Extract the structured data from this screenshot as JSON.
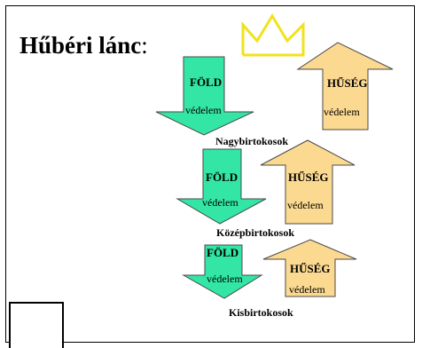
{
  "title": "Hűbéri lánc",
  "title_suffix": ":",
  "colors": {
    "down_arrow_fill": "#33e6a6",
    "up_arrow_fill": "#fcd990",
    "crown_stroke": "#f2e21c",
    "arrow_stroke": "#4a4a4a"
  },
  "icons": {
    "crown": "crown-icon"
  },
  "tiers": [
    {
      "down_top": "FÖLD",
      "down_bottom": "védelem",
      "up_top": "HŰSÉG",
      "up_bottom": "védelem",
      "label": "Nagybirtokosok"
    },
    {
      "down_top": "FÖLD",
      "down_bottom": "védelem",
      "up_top": "HŰSÉG",
      "up_bottom": "védelem",
      "label": "Középbirtokosok"
    },
    {
      "down_top": "FÖLD",
      "down_bottom": "védelem",
      "up_top": "HŰSÉG",
      "up_bottom": "védelem",
      "label": "Kisbirtokosok"
    }
  ]
}
